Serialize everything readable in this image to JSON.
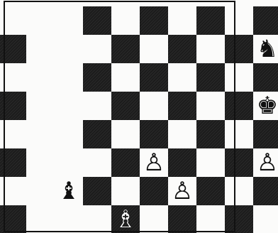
{
  "board": {
    "dark_square_color": "#1c1c1c",
    "light_square_color": "#fbfbfa",
    "dark_squares": [
      [
        3,
        0
      ],
      [
        5,
        0
      ],
      [
        7,
        0
      ],
      [
        9,
        0
      ],
      [
        0,
        1
      ],
      [
        4,
        1
      ],
      [
        6,
        1
      ],
      [
        8,
        1
      ],
      [
        3,
        2
      ],
      [
        5,
        2
      ],
      [
        7,
        2
      ],
      [
        9,
        2
      ],
      [
        0,
        3
      ],
      [
        4,
        3
      ],
      [
        6,
        3
      ],
      [
        8,
        3
      ],
      [
        3,
        4
      ],
      [
        5,
        4
      ],
      [
        7,
        4
      ],
      [
        9,
        4
      ],
      [
        0,
        5
      ],
      [
        4,
        5
      ],
      [
        6,
        5
      ],
      [
        8,
        5
      ],
      [
        3,
        6
      ],
      [
        5,
        6
      ],
      [
        7,
        6
      ],
      [
        9,
        6
      ],
      [
        0,
        7
      ],
      [
        4,
        7
      ],
      [
        6,
        7
      ],
      [
        8,
        7
      ]
    ],
    "pieces": [
      {
        "name": "black-knight",
        "glyph": "♞",
        "col": 9,
        "row": 1,
        "square": "light"
      },
      {
        "name": "black-king",
        "glyph": "♚",
        "col": 9,
        "row": 3,
        "square": "light"
      },
      {
        "name": "white-pawn",
        "glyph": "♙",
        "col": 5,
        "row": 5,
        "square": "light"
      },
      {
        "name": "white-pawn",
        "glyph": "♙",
        "col": 9,
        "row": 5,
        "square": "light"
      },
      {
        "name": "black-bishop",
        "glyph": "♝",
        "col": 2,
        "row": 6,
        "square": "light"
      },
      {
        "name": "white-pawn",
        "glyph": "♙",
        "col": 6,
        "row": 6,
        "square": "light"
      },
      {
        "name": "white-bishop",
        "glyph": "♗",
        "col": 4,
        "row": 7,
        "square": "dark"
      }
    ]
  }
}
